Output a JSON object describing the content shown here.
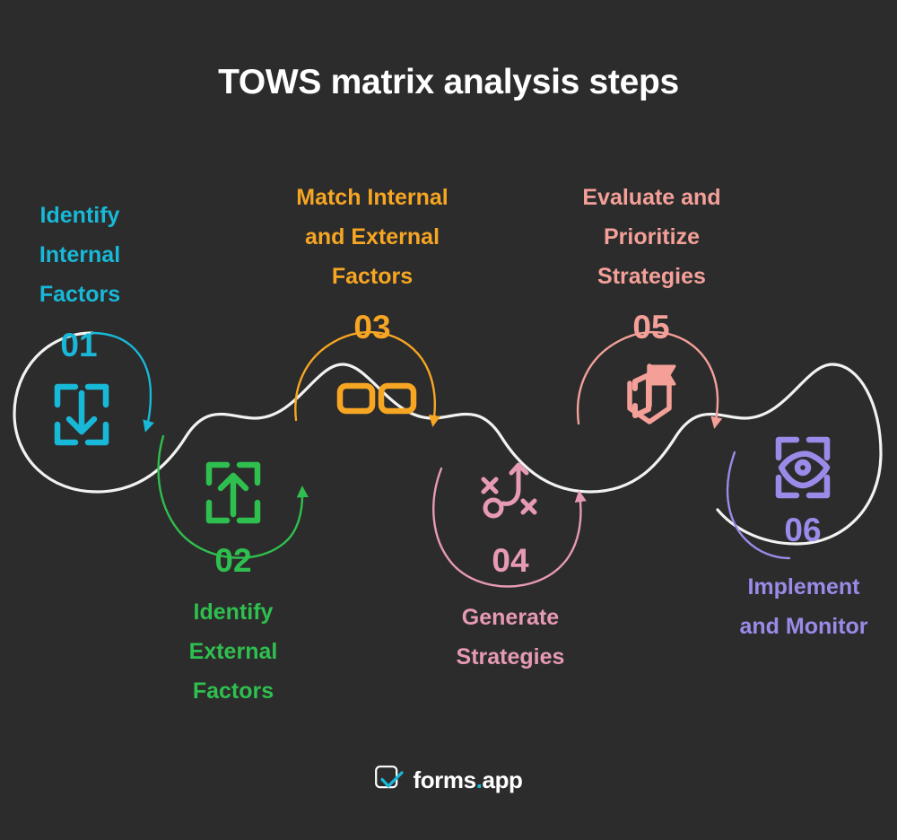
{
  "meta": {
    "background_color": "#2c2c2c",
    "title_color": "#ffffff",
    "wave_color": "#f2f2f0"
  },
  "header": {
    "title": "TOWS matrix analysis steps"
  },
  "steps": [
    {
      "number": "01",
      "label": "Identify\nInternal\nFactors",
      "color": "#18b9d8",
      "icon": "scan-arrow-down-icon",
      "position": "top"
    },
    {
      "number": "02",
      "label": "Identify\nExternal\nFactors",
      "color": "#2fbf4e",
      "icon": "scan-arrow-up-icon",
      "position": "bottom"
    },
    {
      "number": "03",
      "label": "Match Internal\nand External\nFactors",
      "color": "#f6a623",
      "icon": "two-rectangles-match-icon",
      "position": "top"
    },
    {
      "number": "04",
      "label": "Generate\nStrategies",
      "color": "#e79ab4",
      "icon": "strategy-playbook-icon",
      "position": "bottom"
    },
    {
      "number": "05",
      "label": "Evaluate and\nPrioritize\nStrategies",
      "color": "#f4a099",
      "icon": "shield-flag-icon",
      "position": "top"
    },
    {
      "number": "06",
      "label": "Implement\nand Monitor",
      "color": "#9b8ae8",
      "icon": "scan-eye-icon",
      "position": "bottom"
    }
  ],
  "footer": {
    "brand_first": "forms",
    "brand_dot": ".",
    "brand_last": "app",
    "logo_icon": "forms-app-check-logo",
    "accent_color": "#18b9d8"
  }
}
